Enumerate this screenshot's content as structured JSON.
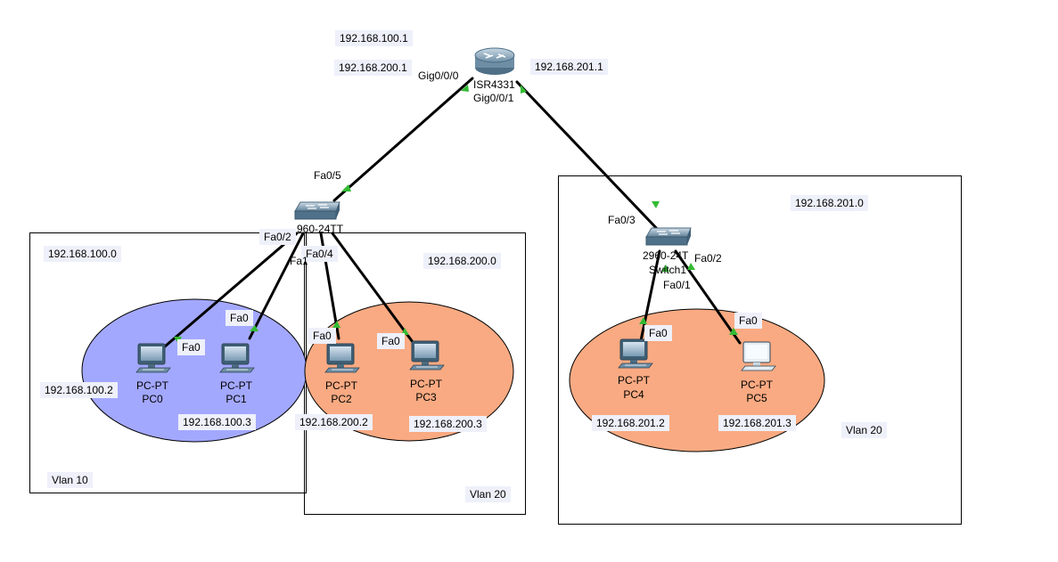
{
  "colors": {
    "vlan10_area": "#a3a8ff",
    "vlan20_area": "#f9aa82",
    "link": "#000000",
    "port_indicator": "#33bb33",
    "label_bg": "#eef0fa"
  },
  "router": {
    "icon": "router-icon",
    "model": "ISR4331",
    "port_left": "Gig0/0/0",
    "port_right": "Gig0/0/1",
    "ip_1": "192.168.100.1",
    "ip_2": "192.168.200.1",
    "ip_3": "192.168.201.1"
  },
  "switch0": {
    "icon": "switch-icon",
    "model_fragment": "960-24TT",
    "uplink_port": "Fa0/5",
    "port_a": "Fa0/2",
    "port_b": "Fa0/4",
    "port_c_fragment": "Fa1"
  },
  "switch1": {
    "icon": "switch-icon",
    "model": "2960-24T",
    "name": "Switch1",
    "uplink_port": "Fa0/3",
    "port_a": "Fa0/1",
    "port_b": "Fa0/2"
  },
  "networks": {
    "vlan10": {
      "network": "192.168.100.0",
      "name": "Vlan 10"
    },
    "vlan20_a": {
      "network": "192.168.200.0",
      "name": "Vlan 20"
    },
    "vlan20_b": {
      "network": "192.168.201.0",
      "name": "Vlan 20"
    }
  },
  "pcs": [
    {
      "type": "PC-PT",
      "name": "PC0",
      "port": "Fa0",
      "ip": "192.168.100.2"
    },
    {
      "type": "PC-PT",
      "name": "PC1",
      "port": "Fa0",
      "ip": "192.168.100.3"
    },
    {
      "type": "PC-PT",
      "name": "PC2",
      "port": "Fa0",
      "ip": "192.168.200.2"
    },
    {
      "type": "PC-PT",
      "name": "PC3",
      "port": "Fa0",
      "ip": "192.168.200.3"
    },
    {
      "type": "PC-PT",
      "name": "PC4",
      "port": "Fa0",
      "ip": "192.168.201.2"
    },
    {
      "type": "PC-PT",
      "name": "PC5",
      "port": "Fa0",
      "ip": "192.168.201.3"
    }
  ]
}
